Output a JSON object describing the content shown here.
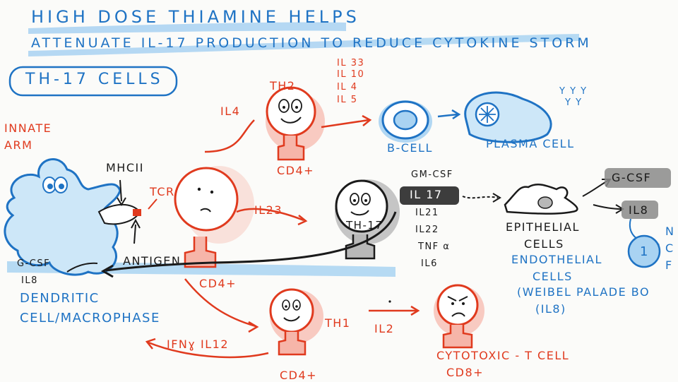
{
  "title": {
    "line1": "HIGH DOSE THIAMINE HELPS",
    "line2": "ATTENUATE IL-17 PRODUCTION TO REDUCE CYTOKINE STORM",
    "boxed": "TH-17 CELLS"
  },
  "innate": {
    "line1": "INNATE",
    "line2": "ARM"
  },
  "dendritic": {
    "mhc": "MHCII",
    "gcsf": "G-CSF",
    "il8": "IL8",
    "line1": "DENDRITIC",
    "line2": "CELL/MACROPHASE"
  },
  "center_cd4": {
    "tcr": "TCR",
    "antigen": "ANTIGEN",
    "cd4": "CD4+",
    "il23": "IL23"
  },
  "th2": {
    "label": "TH2",
    "il4_in": "IL4",
    "cd4": "CD4+",
    "cytokines": [
      "IL 33",
      "IL 10",
      "IL 4",
      "IL 5"
    ]
  },
  "bcell": {
    "label": "B-CELL"
  },
  "plasma": {
    "label": "PLASMA CELL",
    "antibodies1": "Y Y Y",
    "antibodies2": "Y Y"
  },
  "th17": {
    "label": "TH-17",
    "cytokines": [
      "GM-CSF",
      "IL 17",
      "IL21",
      "IL22",
      "TNF α",
      "IL6"
    ]
  },
  "epithelial": {
    "line1": "EPITHELIAL",
    "line2": "CELLS"
  },
  "endothelial": {
    "line1": "ENDOTHELIAL",
    "line2": "CELLS",
    "line3": "(WEIBEL PALADE BO",
    "line4": "(IL8)"
  },
  "right": {
    "gcsf": "G-CSF",
    "il8": "IL8",
    "n": "N",
    "c": "C",
    "f": "F",
    "circle": "1"
  },
  "th1": {
    "label": "TH1",
    "il2": "IL2",
    "ifn": "IFNɣ  IL12",
    "cd4": "CD4+"
  },
  "cytotoxic": {
    "label": "CYTOTOXIC - T CELL",
    "cd8": "CD8+"
  },
  "colors": {
    "blue": "#1f73c4",
    "red": "#e03a1e",
    "ink": "#1a1a1a",
    "blue_hl": "#a9d3f2",
    "red_hl": "#f6b5a9"
  }
}
